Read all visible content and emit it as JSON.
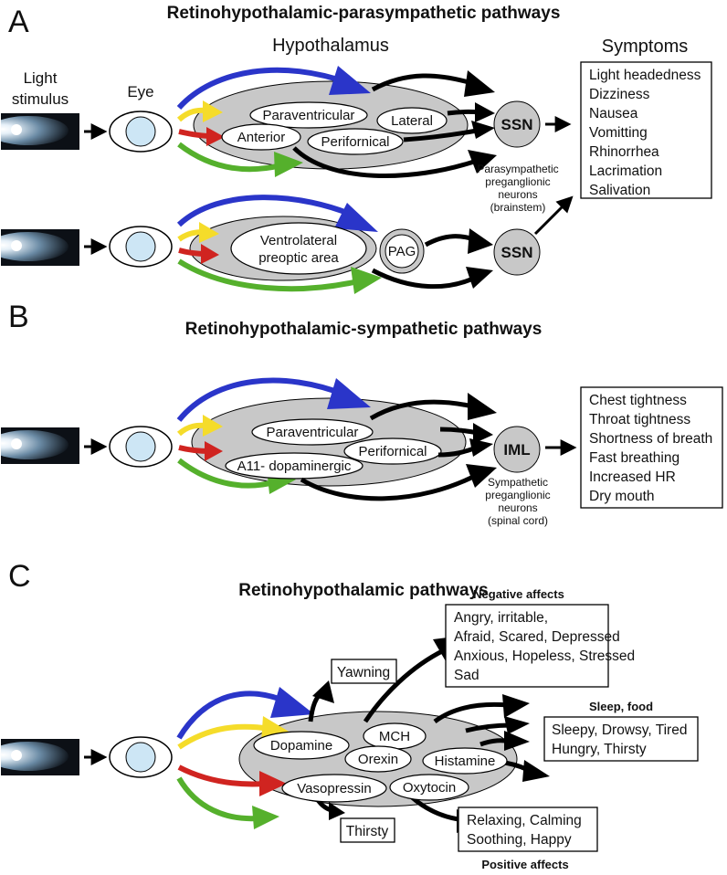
{
  "panels": {
    "A": {
      "letter": "A",
      "title": "Retinohypothalamic-parasympathetic pathways",
      "light_label": [
        "Light",
        "stimulus"
      ],
      "eye_label": "Eye",
      "hypothalamus_label": "Hypothalamus",
      "symptoms_label": "Symptoms",
      "nuclei_top": [
        "Paraventricular",
        "Lateral",
        "Anterior",
        "Perifornical"
      ],
      "ventrolateral": [
        "Ventrolateral",
        "preoptic area"
      ],
      "pag": "PAG",
      "ssn": "SSN",
      "preganglionic": [
        "Parasympathetic",
        "preganglionic",
        "neurons",
        "(brainstem)"
      ],
      "symptoms": [
        "Light headedness",
        "Dizziness",
        "Nausea",
        "Vomitting",
        "Rhinorrhea",
        "Lacrimation",
        "Salivation"
      ]
    },
    "B": {
      "letter": "B",
      "title": "Retinohypothalamic-sympathetic pathways",
      "nuclei": [
        "Paraventricular",
        "Perifornical",
        "A11- dopaminergic"
      ],
      "iml": "IML",
      "preganglionic": [
        "Sympathetic",
        "preganglionic",
        "neurons",
        "(spinal cord)"
      ],
      "symptoms": [
        "Chest tightness",
        "Throat tightness",
        "Shortness of breath",
        "Fast breathing",
        "Increased HR",
        "Dry mouth"
      ]
    },
    "C": {
      "letter": "C",
      "title": "Retinohypothalamic pathways",
      "nuclei": [
        "Dopamine",
        "MCH",
        "Orexin",
        "Histamine",
        "Vasopressin",
        "Oxytocin"
      ],
      "yawning": "Yawning",
      "thirsty": "Thirsty",
      "negative_title": "Negative affects",
      "negative_lines": [
        "Angry, irritable,",
        "Afraid, Scared, Depressed",
        "Anxious, Hopeless, Stressed",
        "Sad"
      ],
      "sleep_title": "Sleep, food",
      "sleep_lines": [
        "Sleepy, Drowsy, Tired",
        "Hungry, Thirsty"
      ],
      "positive_lines": [
        "Relaxing, Calming",
        "Soothing, Happy"
      ],
      "positive_title": "Positive affects"
    }
  },
  "colors": {
    "blue": "#2a35c9",
    "yellow": "#f5dc2a",
    "red": "#d02420",
    "green": "#55b02c",
    "nucleus_fill": "#c8c8c8",
    "eye_iris": "#cde6f5"
  }
}
